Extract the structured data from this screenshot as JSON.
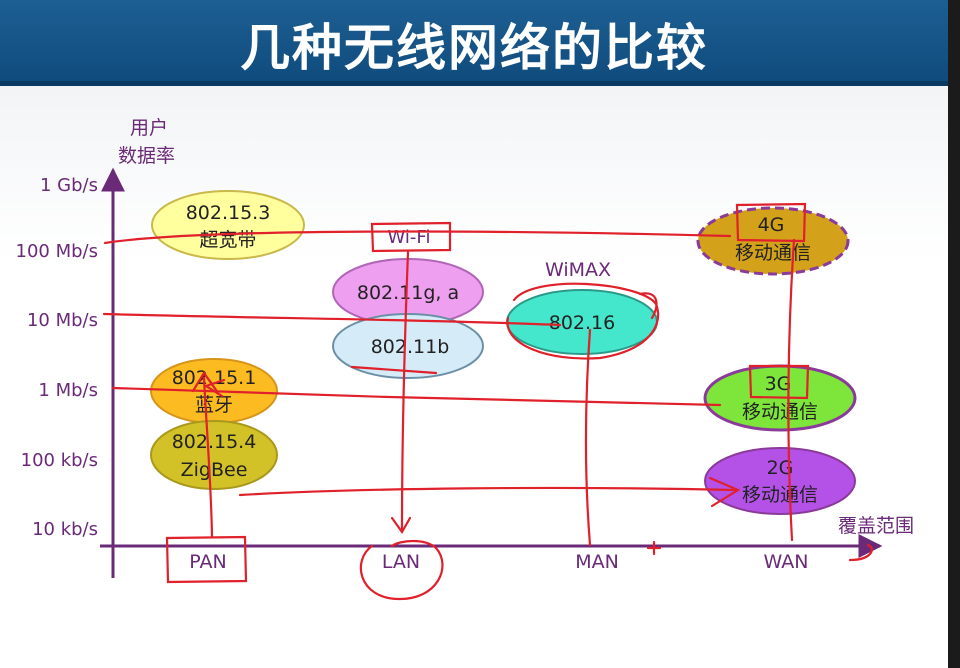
{
  "title": "几种无线网络的比较",
  "y_axis_title": [
    "用户",
    "数据率"
  ],
  "x_axis_title": "覆盖范围",
  "y_ticks": [
    "1 Gb/s",
    "100 Mb/s",
    "10 Mb/s",
    "1 Mb/s",
    "100 kb/s",
    "10 kb/s"
  ],
  "x_ticks": [
    "PAN",
    "LAN",
    "MAN",
    "WAN"
  ],
  "bubbles": {
    "b802153": {
      "line1": "802.15.3",
      "line2": "超宽带"
    },
    "wifi": "Wi-Fi",
    "b80211ga": "802.11g, a",
    "b80211b": "802.11b",
    "wimax": "WiMAX",
    "b80216": "802.16",
    "g4": {
      "line1": "4G",
      "line2": "移动通信"
    },
    "b802151": {
      "line1": "802.15.1",
      "line2": "蓝牙"
    },
    "b802154": {
      "line1": "802.15.4",
      "line2": "ZigBee"
    },
    "g3": {
      "line1": "3G",
      "line2": "移动通信"
    },
    "g2": {
      "line1": "2G",
      "line2": "移动通信"
    }
  },
  "colors": {
    "axis": "#6a2a78",
    "annotation": "#e0202a",
    "title_bg": "#15558a"
  }
}
